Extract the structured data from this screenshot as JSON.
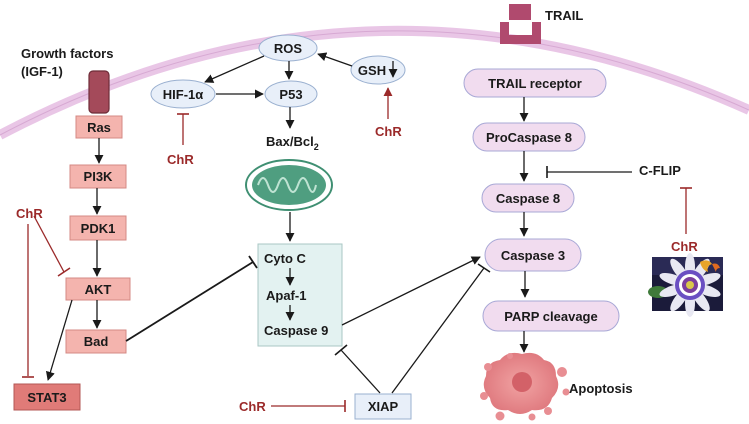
{
  "labels": {
    "growth_factors_line1": "Growth factors",
    "growth_factors_line2": "(IGF-1)",
    "trail": "TRAIL",
    "ros": "ROS",
    "gsh": "GSH",
    "hif": "HIF-1α",
    "p53": "P53",
    "bax_prefix": "Bax/Bcl",
    "bax_sub": "2",
    "ras": "Ras",
    "pi3k": "PI3K",
    "pdk1": "PDK1",
    "akt": "AKT",
    "bad": "Bad",
    "stat3": "STAT3",
    "cyto_c": "Cyto C",
    "apaf1": "Apaf-1",
    "caspase9": "Caspase 9",
    "xiap": "XIAP",
    "trail_receptor": "TRAIL receptor",
    "procaspase8": "ProCaspase 8",
    "caspase8": "Caspase 8",
    "caspase3": "Caspase 3",
    "parp": "PARP cleavage",
    "apoptosis": "Apoptosis",
    "cflip": "C-FLIP",
    "chr": "ChR"
  },
  "icons": {
    "receptor": "igf-receptor-icon",
    "trail_ligand": "trail-ligand-icon",
    "mitochondrion": "mitochondrion-icon",
    "apoptotic_cell": "apoptotic-cell-icon",
    "flower": "passiflora-flower-icon"
  },
  "colors": {
    "membrane": "#e9c6e6",
    "pink_box": "#f4b4ae",
    "pink_box_stroke": "#d48a84",
    "stat3_box": "#e07b78",
    "oval_fill": "#e8eff9",
    "oval_stroke": "#9ab0d0",
    "lavender_box": "#f1dcef",
    "lavender_stroke": "#a8a8d6",
    "cyto_panel": "#e3f2f1",
    "cyto_stroke": "#a9c7c4",
    "inhibitor_red": "#9b2a2a",
    "receptor_fill": "#a44a5a",
    "trail_fill": "#b04a6e",
    "mito_green": "#3f8f72"
  }
}
